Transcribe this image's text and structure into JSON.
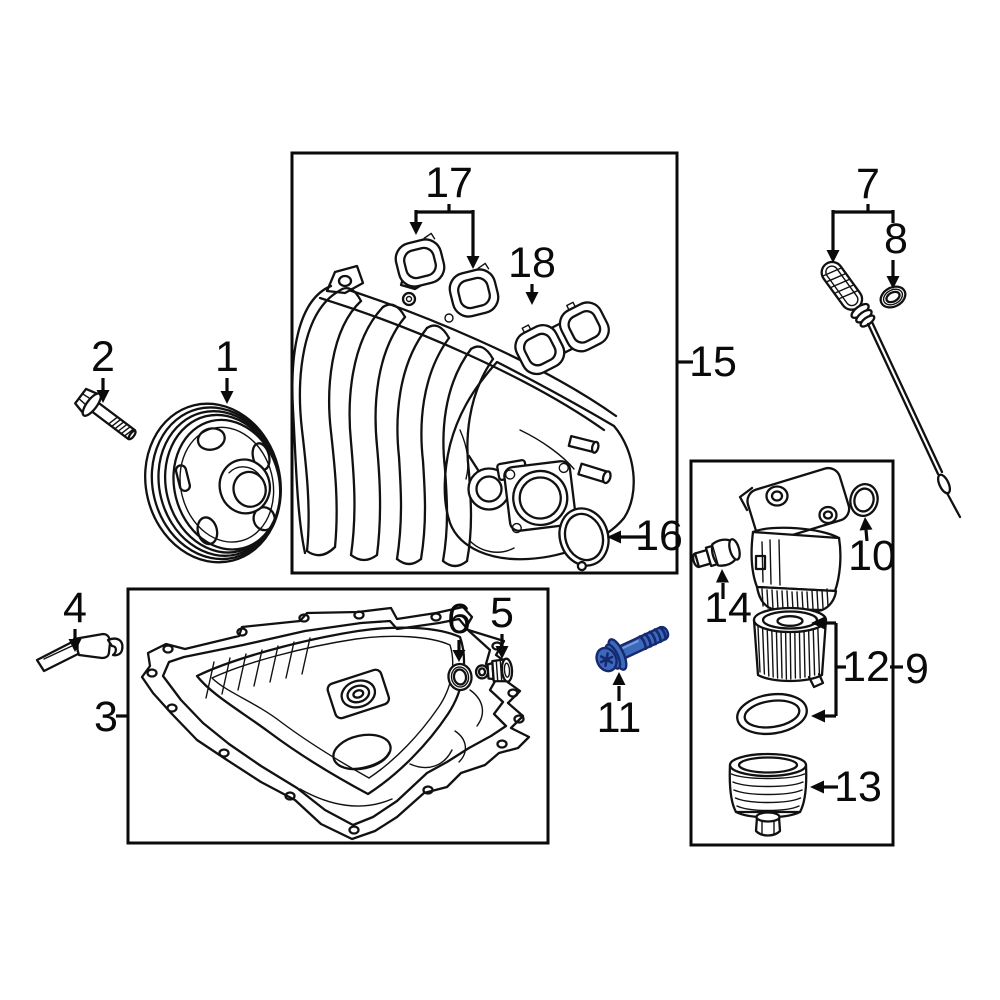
{
  "diagram": {
    "type": "exploded-parts-diagram",
    "background": "#ffffff",
    "line_color": "#111111",
    "highlight_part": {
      "label": "11",
      "fill": "#3b69bb",
      "stroke": "#16286e"
    },
    "callouts": [
      {
        "label": "1",
        "name": "crankshaft-pulley"
      },
      {
        "label": "2",
        "name": "crankshaft-pulley-bolt"
      },
      {
        "label": "3",
        "name": "oil-pan"
      },
      {
        "label": "4",
        "name": "sealant-applicator"
      },
      {
        "label": "5",
        "name": "oil-drain-plug"
      },
      {
        "label": "6",
        "name": "drain-plug-gasket"
      },
      {
        "label": "7",
        "name": "oil-dipstick"
      },
      {
        "label": "8",
        "name": "dipstick-o-ring"
      },
      {
        "label": "9",
        "name": "oil-filter-assembly"
      },
      {
        "label": "10",
        "name": "filter-housing-o-ring"
      },
      {
        "label": "11",
        "name": "highlighted-bolt"
      },
      {
        "label": "12",
        "name": "filter-element-and-o-ring"
      },
      {
        "label": "13",
        "name": "oil-filter-cap"
      },
      {
        "label": "14",
        "name": "oil-filter-valve"
      },
      {
        "label": "15",
        "name": "intake-manifold"
      },
      {
        "label": "16",
        "name": "throttle-body-gasket"
      },
      {
        "label": "17",
        "name": "manifold-gasket-pair"
      },
      {
        "label": "18",
        "name": "manifold-gasket"
      }
    ]
  }
}
